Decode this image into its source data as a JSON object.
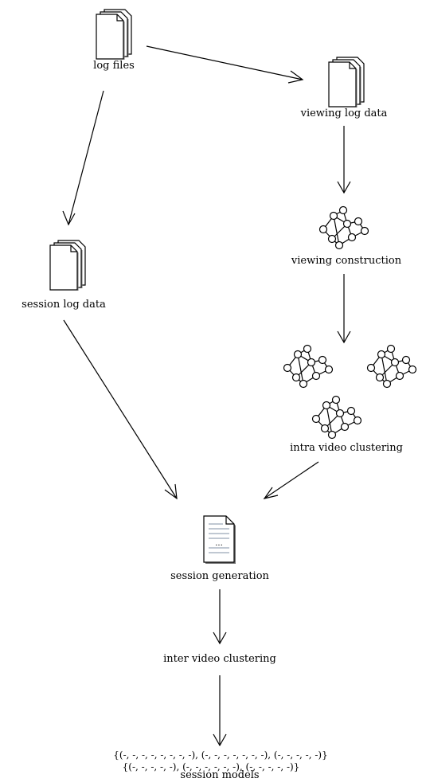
{
  "nodes": {
    "log_files": "log files",
    "viewing_log_data": "viewing log data",
    "viewing_construction": "viewing construction",
    "session_log_data": "session log data",
    "intra_video_clustering": "intra video clustering",
    "session_generation": "session generation",
    "inter_video_clustering": "inter video clustering",
    "session_models": "session models"
  },
  "session_models": {
    "line1": "{(-, -, -, -, -, -, -, -), (-, -, -, -, -, -, -), (-, -, -, -, -)}",
    "line2": "{(-, -, -, -, -), (-, -, -, -, -, -), (-, -, -, -, -)}"
  },
  "document_ellipsis": "...",
  "icons": {
    "files": "stacked-documents-icon",
    "graph": "graph-network-icon",
    "document": "text-document-icon"
  },
  "colors": {
    "stroke": "#000000",
    "node_fill": "#ffffff",
    "doc_fill": "#ffffff",
    "doc_shadow": "#777777",
    "doc_lines": "#9aa8b8"
  }
}
